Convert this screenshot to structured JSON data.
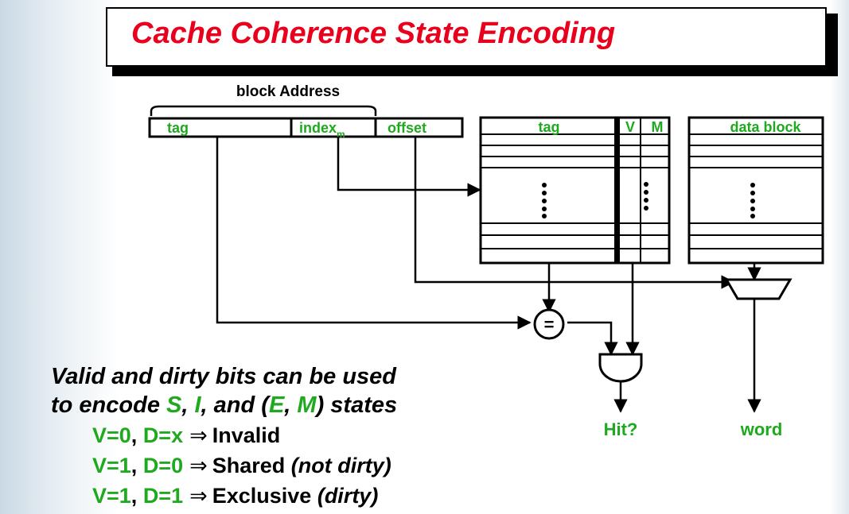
{
  "title": "Cache Coherence State Encoding",
  "address": {
    "group_label": "block Address",
    "fields": [
      "tag",
      "index",
      "offset"
    ],
    "index_subscript": "m"
  },
  "cache": {
    "tag_header": "tag",
    "v_header": "V",
    "m_header": "M",
    "data_header": "data block"
  },
  "comparator_symbol": "=",
  "outputs": {
    "hit": "Hit?",
    "word": "word"
  },
  "caption": {
    "line1": "Valid and dirty bits can be used",
    "line2_prefix": "to encode ",
    "s": "S",
    "comma1": ", ",
    "i": "I",
    "mid": ", and (",
    "e": "E",
    "comma2": ", ",
    "m": "M",
    "suffix": ") states"
  },
  "rules": [
    {
      "v": "V=0",
      "sep": ", ",
      "d": "D=x",
      "arrow": "⇒",
      "state": "Invalid",
      "note": ""
    },
    {
      "v": "V=1",
      "sep": ", ",
      "d": "D=0",
      "arrow": "⇒",
      "state": "Shared ",
      "note": "(not dirty)"
    },
    {
      "v": "V=1",
      "sep": ", ",
      "d": "D=1",
      "arrow": "⇒",
      "state": "Exclusive ",
      "note": "(dirty)"
    }
  ],
  "colors": {
    "title": "#e8001c",
    "label": "#1fa91f",
    "line": "#000000"
  }
}
